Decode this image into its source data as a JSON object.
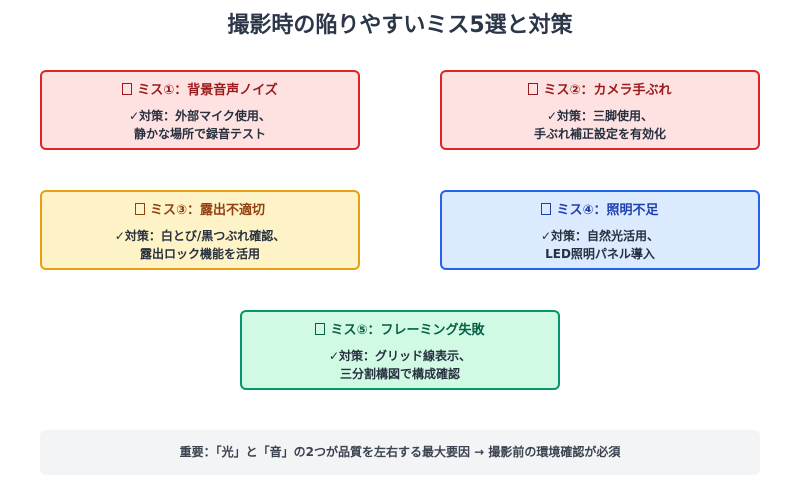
{
  "title": "撮影時の陥りやすいミス5選と対策",
  "cards": [
    {
      "heading": "ミス①：背景音声ノイズ",
      "lines": [
        "✓対策：外部マイク使用、",
        "静かな場所で録音テスト"
      ]
    },
    {
      "heading": "ミス②：カメラ手ぶれ",
      "lines": [
        "✓対策：三脚使用、",
        "手ぶれ補正設定を有効化"
      ]
    },
    {
      "heading": "ミス③：露出不適切",
      "lines": [
        "✓対策：白とび/黒つぶれ確認、",
        "露出ロック機能を活用"
      ]
    },
    {
      "heading": "ミス④：照明不足",
      "lines": [
        "✓対策：自然光活用、",
        "LED照明パネル導入"
      ]
    },
    {
      "heading": "ミス⑤：フレーミング失敗",
      "lines": [
        "✓対策：グリッド線表示、",
        "三分割構図で構成確認"
      ]
    }
  ],
  "note": "重要：「光」と「音」の2つが品質を左右する最大要因 → 撮影前の環境確認が必須"
}
